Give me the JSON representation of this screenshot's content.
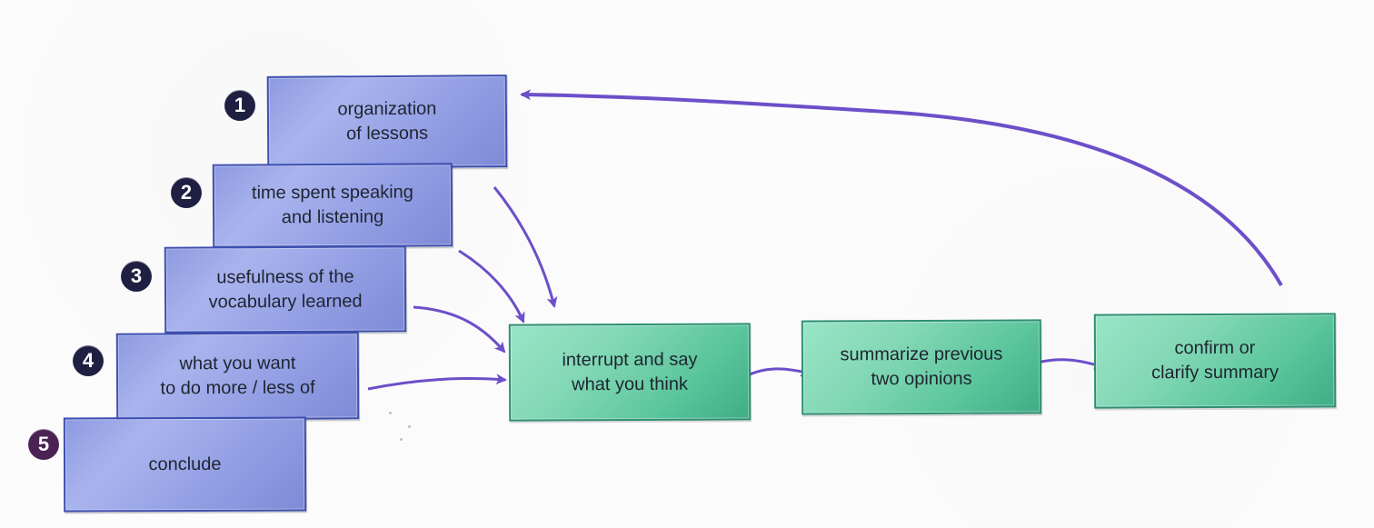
{
  "steps": [
    {
      "number": "1",
      "label": "organization\nof lessons"
    },
    {
      "number": "2",
      "label": "time spent speaking\nand listening"
    },
    {
      "number": "3",
      "label": "usefulness of the\nvocabulary learned"
    },
    {
      "number": "4",
      "label": "what you want\nto do more / less of"
    },
    {
      "number": "5",
      "label": "conclude"
    }
  ],
  "flow": [
    {
      "label": "interrupt and say\nwhat you think"
    },
    {
      "label": "summarize previous\ntwo opinions"
    },
    {
      "label": "confirm or\nclarify summary"
    }
  ],
  "colors": {
    "blue_box_fill": "#a9b4ee",
    "blue_box_border": "#3e4fb0",
    "green_box_fill": "#83d8b6",
    "green_box_border": "#2f8f73",
    "arrow": "#6c4fc9",
    "badge_dark": "#1f2041",
    "badge_alt": "#4a2354"
  }
}
